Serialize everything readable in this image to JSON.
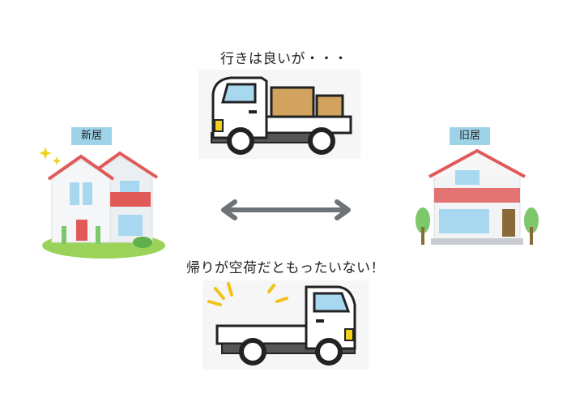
{
  "top_caption": "行きは良いが・・・",
  "bottom_caption": "帰りが空荷だともったいない！",
  "new_home_label": "新居",
  "old_home_label": "旧居",
  "colors": {
    "tag_bg": "#9fd3ea",
    "roof_red": "#e05a5a",
    "cargo_brown": "#d2a35e",
    "arrow_gray": "#6e7378",
    "truck_yellow": "#f2d21b",
    "tree_green": "#7cc86a"
  }
}
